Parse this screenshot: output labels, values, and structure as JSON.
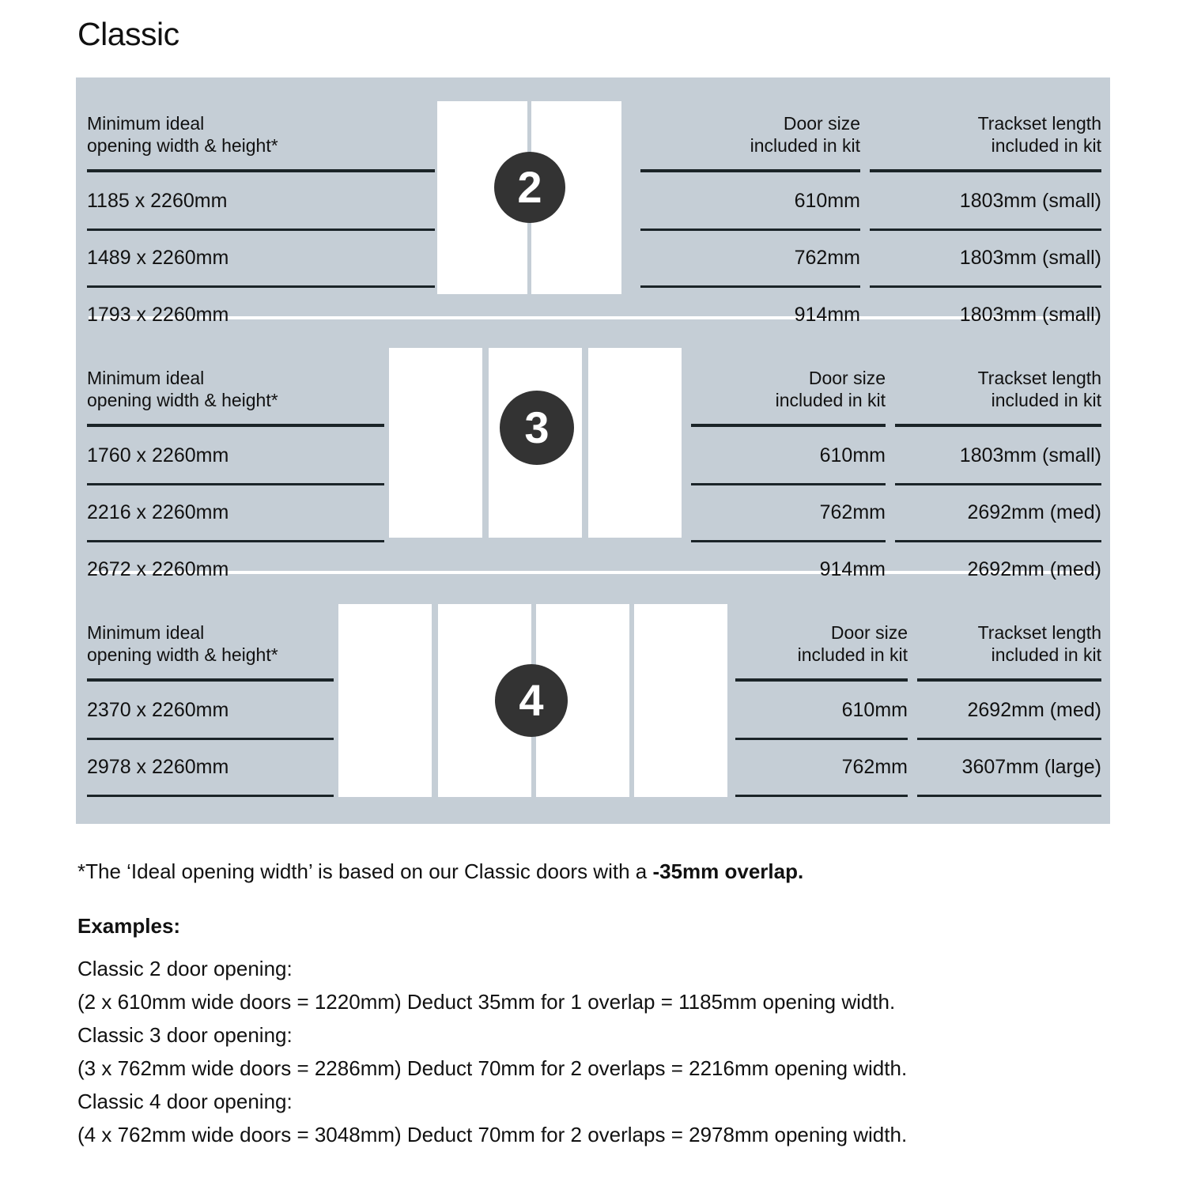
{
  "page_title": "Classic",
  "colors": {
    "card_background": "#c5ced6",
    "rule": "#1b2428",
    "badge": "#333333",
    "door_panel": "#ffffff",
    "text": "#111111"
  },
  "sections": [
    {
      "id": "classic-2-door",
      "door_count_label": "2",
      "doors": 2,
      "left_column": {
        "header": "Minimum ideal\nopening width & height*",
        "values": [
          "1185 x 2260mm",
          "1489 x 2260mm",
          "1793 x 2260mm"
        ]
      },
      "door_size_column": {
        "header": "Door size\nincluded in kit",
        "values": [
          "610mm",
          "762mm",
          "914mm"
        ]
      },
      "trackset_column": {
        "header": "Trackset length\nincluded in kit",
        "values": [
          "1803mm (small)",
          "1803mm (small)",
          "1803mm (small)"
        ]
      }
    },
    {
      "id": "classic-3-door",
      "door_count_label": "3",
      "doors": 3,
      "left_column": {
        "header": "Minimum ideal\nopening width & height*",
        "values": [
          "1760 x 2260mm",
          "2216 x 2260mm",
          "2672 x 2260mm"
        ]
      },
      "door_size_column": {
        "header": "Door size\nincluded in kit",
        "values": [
          "610mm",
          "762mm",
          "914mm"
        ]
      },
      "trackset_column": {
        "header": "Trackset length\nincluded in kit",
        "values": [
          "1803mm (small)",
          "2692mm (med)",
          "2692mm (med)"
        ]
      }
    },
    {
      "id": "classic-4-door",
      "door_count_label": "4",
      "doors": 4,
      "left_column": {
        "header": "Minimum ideal\nopening width & height*",
        "values": [
          "2370 x 2260mm",
          "2978 x 2260mm"
        ]
      },
      "door_size_column": {
        "header": "Door size\nincluded in kit",
        "values": [
          "610mm",
          "762mm"
        ]
      },
      "trackset_column": {
        "header": "Trackset length\nincluded in kit",
        "values": [
          "2692mm (med)",
          "3607mm (large)"
        ]
      }
    }
  ],
  "footnote": {
    "text_before": "*The ‘Ideal opening width’ is based on our Classic doors with a ",
    "emphasis": "-35mm overlap."
  },
  "examples": {
    "heading": "Examples:",
    "lines": [
      "Classic 2 door opening:",
      "(2 x 610mm wide doors = 1220mm)  Deduct 35mm for 1 overlap = 1185mm opening width.",
      "Classic 3 door opening:",
      "(3 x 762mm wide doors = 2286mm)  Deduct 70mm for 2 overlaps = 2216mm opening width.",
      "Classic 4 door opening:",
      "(4 x 762mm wide doors = 3048mm)  Deduct 70mm for 2 overlaps = 2978mm opening width."
    ]
  }
}
